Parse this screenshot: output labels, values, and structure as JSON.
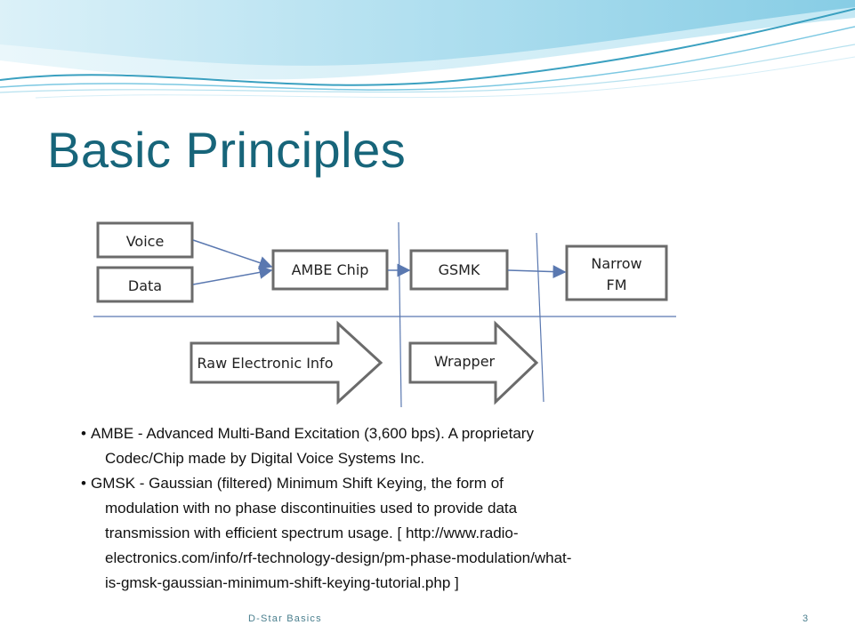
{
  "slide": {
    "title": "Basic Principles",
    "footer_text": "D-Star Basics",
    "page_number": "3"
  },
  "diagram": {
    "boxes": {
      "voice": "Voice",
      "data": "Data",
      "ambe": "AMBE Chip",
      "gsmk": "GSMK",
      "narrow_fm_line1": "Narrow",
      "narrow_fm_line2": "FM"
    },
    "arrows": {
      "raw": "Raw Electronic Info",
      "wrapper": "Wrapper"
    }
  },
  "bullets": [
    {
      "lead": "AMBE - Advanced Multi-Band Excitation (3,600 bps). A proprietary",
      "cont": [
        "Codec/Chip made by Digital Voice Systems Inc."
      ]
    },
    {
      "lead": "GMSK - Gaussian (filtered) Minimum Shift Keying, the form of",
      "cont": [
        "modulation with no phase discontinuities used to provide data",
        "transmission with efficient spectrum usage. [ http://www.radio-",
        "electronics.com/info/rf-technology-design/pm-phase-modulation/what-",
        "is-gmsk-gaussian-minimum-shift-keying-tutorial.php ]"
      ]
    }
  ],
  "colors": {
    "title": "#17657a",
    "wave_light": "#bfe6f2",
    "wave_dark": "#3aa0c0",
    "arrow_line": "#5a78b0",
    "box_border": "#6b6b6b"
  }
}
